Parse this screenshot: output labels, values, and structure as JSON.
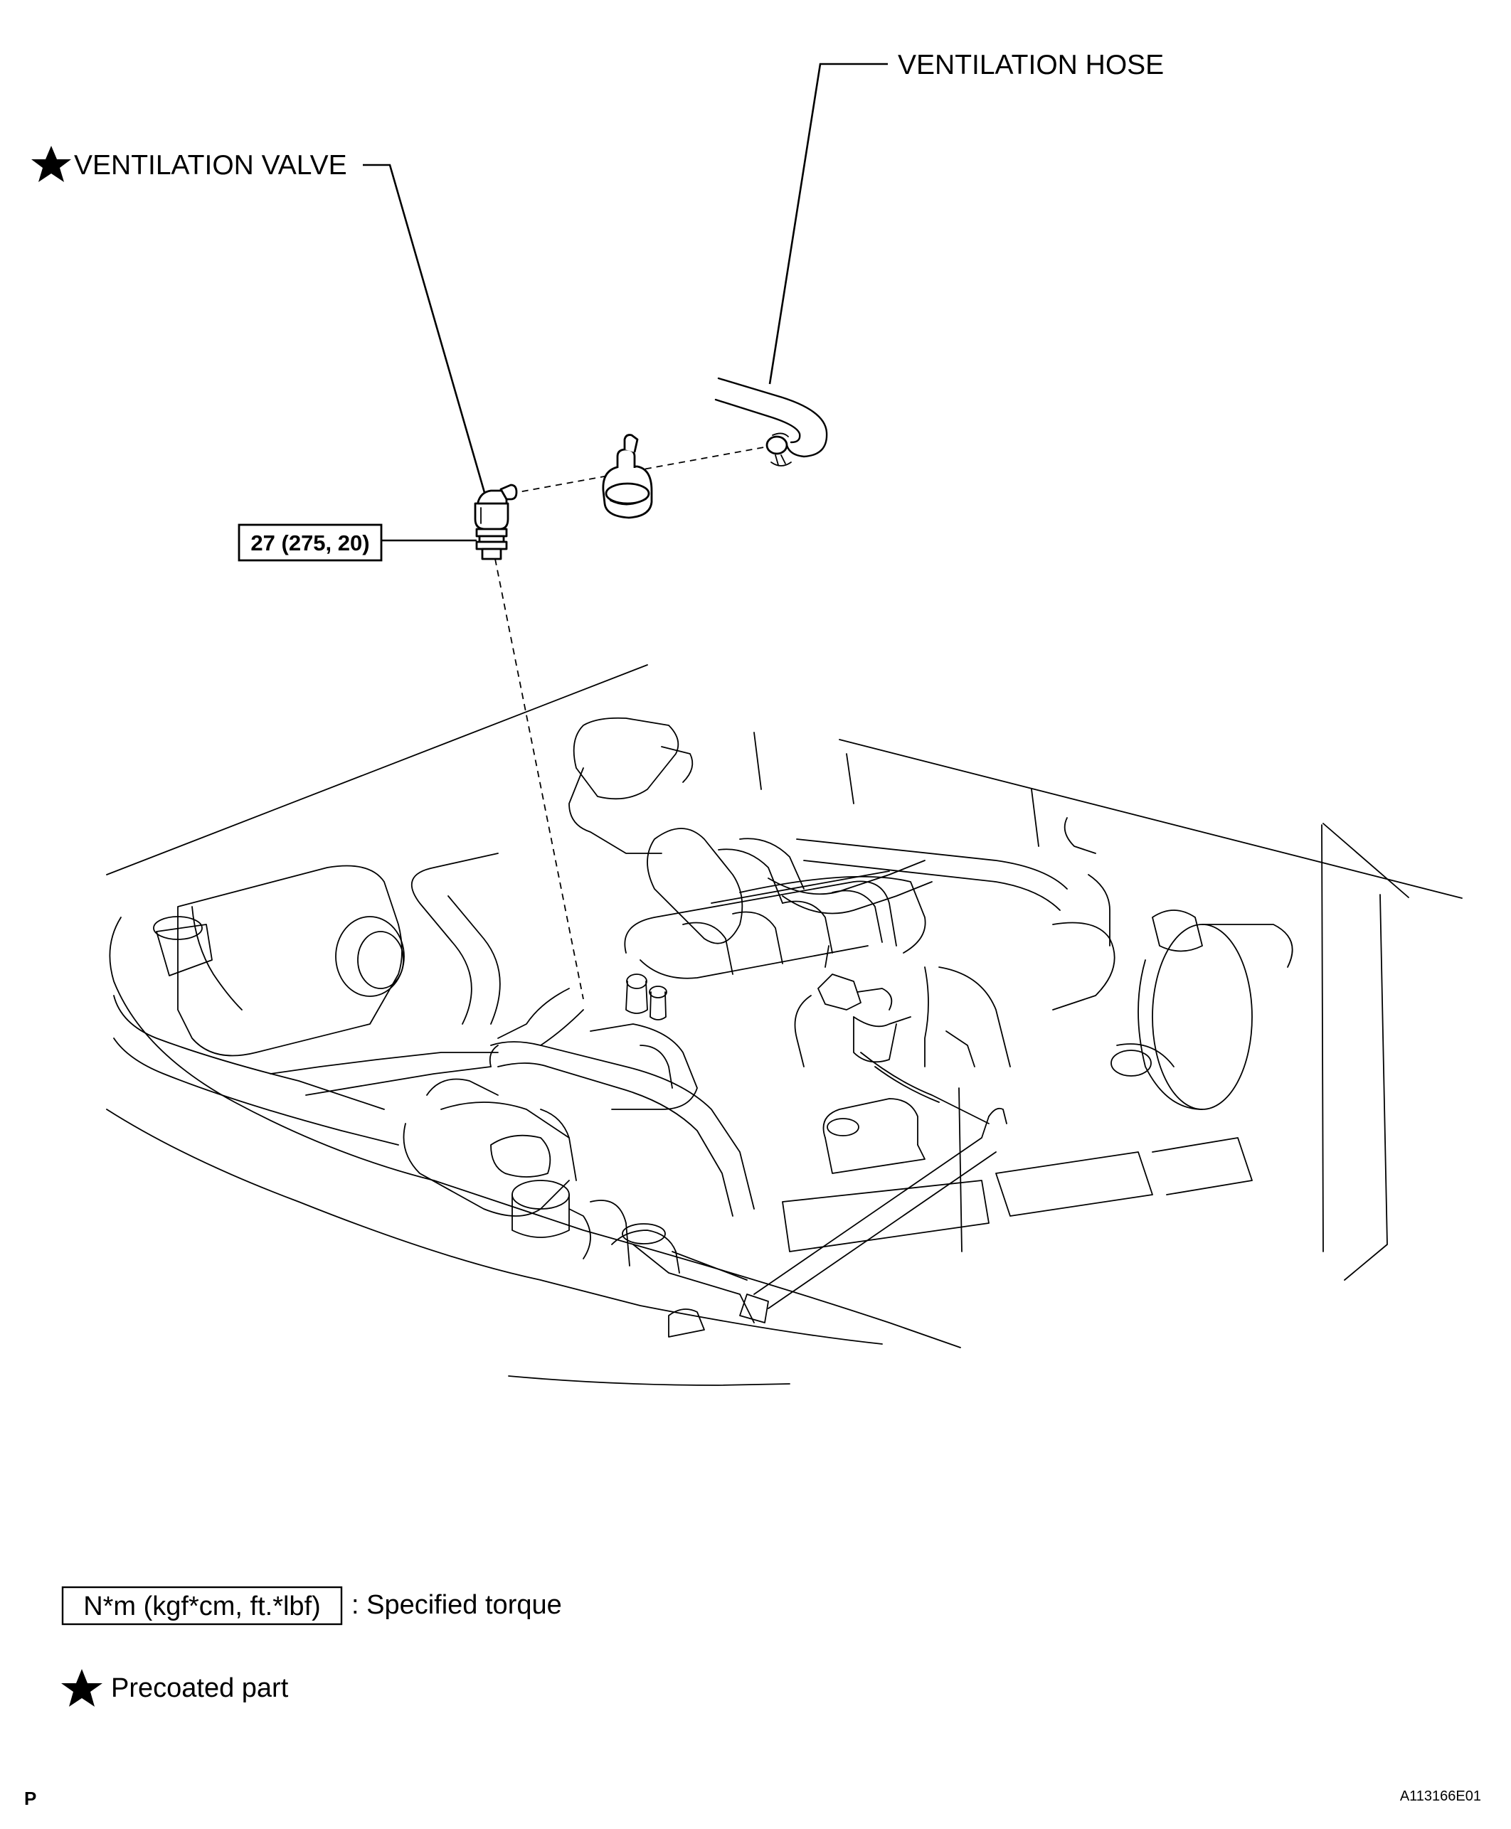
{
  "callouts": {
    "ventilation_hose": "VENTILATION HOSE",
    "ventilation_valve": "VENTILATION VALVE",
    "torque_value": "27 (275, 20)"
  },
  "legend": {
    "torque_unit": "N*m (kgf*cm, ft.*lbf)",
    "torque_desc": ": Specified torque",
    "precoated_desc": "Precoated part"
  },
  "footer": {
    "page_mark": "P",
    "figure_code": "A113166E01"
  },
  "icons": {
    "precoat_marker": "black-star-icon"
  }
}
